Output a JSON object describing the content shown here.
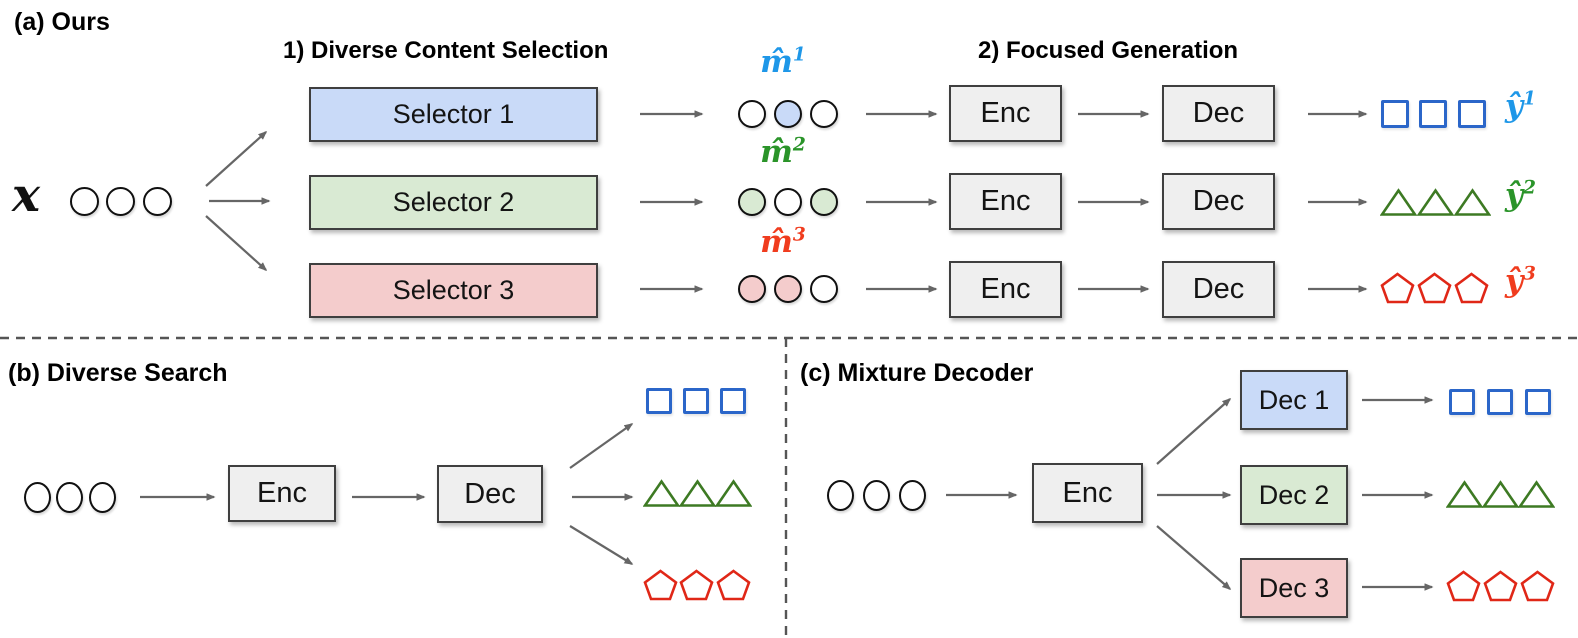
{
  "panel_a": {
    "title": "(a) Ours",
    "heading_selection": "1) Diverse Content Selection",
    "heading_generation": "2) Focused Generation",
    "input_symbol": "x",
    "selector_labels": [
      "Selector 1",
      "Selector 2",
      "Selector 3"
    ],
    "enc_label": "Enc",
    "dec_label": "Dec",
    "mask_symbols": [
      {
        "base": "m̂",
        "sup": "1"
      },
      {
        "base": "m̂",
        "sup": "2"
      },
      {
        "base": "m̂",
        "sup": "3"
      }
    ],
    "output_symbols": [
      {
        "base": "ŷ",
        "sup": "1"
      },
      {
        "base": "ŷ",
        "sup": "2"
      },
      {
        "base": "ŷ",
        "sup": "3"
      }
    ]
  },
  "panel_b": {
    "title": "(b) Diverse Search",
    "enc_label": "Enc",
    "dec_label": "Dec"
  },
  "panel_c": {
    "title": "(c) Mixture Decoder",
    "enc_label": "Enc",
    "decoder_labels": [
      "Dec 1",
      "Dec 2",
      "Dec 3"
    ]
  },
  "colors": {
    "selector_blue_fill": "#c9daf8",
    "selector_green_fill": "#d9ead3",
    "selector_red_fill": "#f4cccc",
    "enc_dec_gray_fill": "#efefef",
    "math_label_blue": "#1e97e8",
    "math_label_green": "#2a9429",
    "math_label_red": "#f03c1e",
    "square_outline_blue": "#2b66c9",
    "triangle_outline_green": "#3d7a23",
    "pentagon_outline_red": "#e02717",
    "arrow_gray": "#666666",
    "dashed_divider_gray": "#555555"
  }
}
